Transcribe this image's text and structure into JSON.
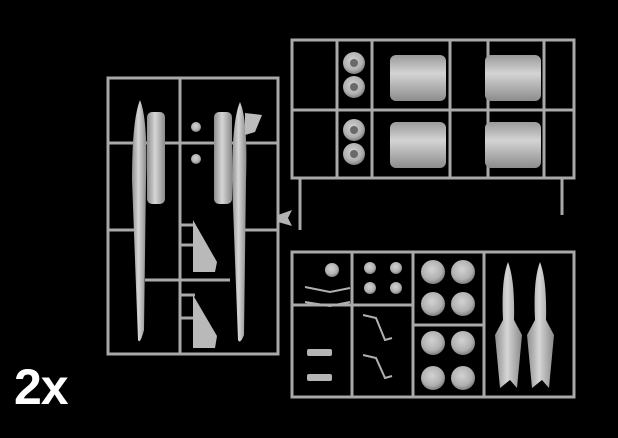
{
  "image": {
    "subject": "Plastic model kit sprues (light grey parts on black background)",
    "background_color": "#000000",
    "plastic_color": "#bcbcbc"
  },
  "caption": {
    "text": "2x",
    "color": "#ffffff"
  },
  "sprues": [
    {
      "name": "left-sprue",
      "contents": [
        "2 long external fuel tanks",
        "2 half-tank shells",
        "2 swept fins",
        "2 small pylons",
        "1 small fin"
      ]
    },
    {
      "name": "top-right-sprue",
      "contents": [
        "4 engine nacelle halves",
        "2 twin exhaust nozzles"
      ]
    },
    {
      "name": "bottom-right-sprue",
      "contents": [
        "8 main wheels",
        "6 small wheels",
        "2 gear legs",
        "2 gear struts",
        "2 gear doors",
        "2 missiles/fuel pods"
      ]
    }
  ]
}
